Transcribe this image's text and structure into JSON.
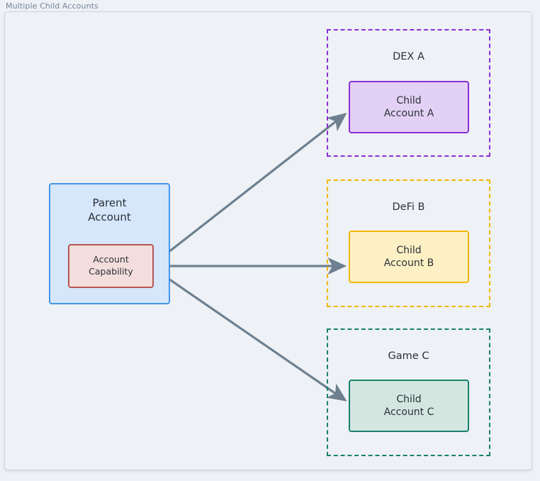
{
  "diagram": {
    "title": "Multiple Child Accounts",
    "parent": {
      "name": "parent-account",
      "label_line1": "Parent",
      "label_line2": "Account",
      "fill": "#d6e6fb",
      "stroke": "#4596e8",
      "capability": {
        "label_line1": "Account",
        "label_line2": "Capability",
        "fill": "#f4dedd",
        "stroke": "#b45551"
      }
    },
    "groups": [
      {
        "id": "dex-a",
        "label": "DEX A",
        "stroke": "#8b2fd6",
        "child": {
          "label_line1": "Child",
          "label_line2": "Account A",
          "fill": "#e2d0f5",
          "stroke": "#8b2fd6"
        }
      },
      {
        "id": "defi-b",
        "label": "DeFi B",
        "stroke": "#f2b705",
        "child": {
          "label_line1": "Child",
          "label_line2": "Account B",
          "fill": "#fdf0c4",
          "stroke": "#f2b705"
        }
      },
      {
        "id": "game-c",
        "label": "Game C",
        "stroke": "#17826b",
        "child": {
          "label_line1": "Child",
          "label_line2": "Account C",
          "fill": "#d3e6e0",
          "stroke": "#17826b"
        }
      }
    ],
    "connectors": [
      {
        "id": "parent-to-child-a",
        "from": "account-capability",
        "to": "child-account-a"
      },
      {
        "id": "parent-to-child-b",
        "from": "account-capability",
        "to": "child-account-b"
      },
      {
        "id": "parent-to-child-c",
        "from": "account-capability",
        "to": "child-account-c"
      }
    ],
    "colors": {
      "background": "#eef1f5",
      "frame_border": "#ccd5de",
      "title_text": "#77869a",
      "arrow": "#6e8090",
      "node_text": "#2c3138"
    }
  }
}
